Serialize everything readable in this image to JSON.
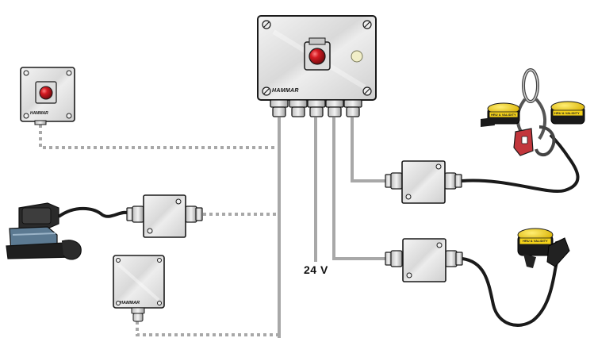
{
  "labels": {
    "supply_voltage": "24 V",
    "brand_main": "HAMMAR",
    "brand_small": "HAMMAR",
    "brand_box": "HAMMAR",
    "release_tag_1": "HRU & VALIDITY",
    "release_tag_2": "HRU & VALIDITY",
    "release_tag_3": "HRU & VALIDITY"
  },
  "colors": {
    "cable_grey": "#a8a8a8",
    "cable_black": "#1a1a1a",
    "enclosure_fill": "#e6e6e6",
    "enclosure_outline": "#1a1a1a",
    "button_red": "#c0141b",
    "indicator_lamp": "#f1eec8",
    "hru_yellow": "#f4d21a",
    "hook_red": "#c2363c"
  },
  "icons": [
    "main-control-unit-icon",
    "remote-release-button-icon",
    "junction-box-icon",
    "solenoid-valve-icon",
    "cable-gland-icon",
    "hydrostatic-release-unit-icon",
    "release-hook-icon"
  ]
}
